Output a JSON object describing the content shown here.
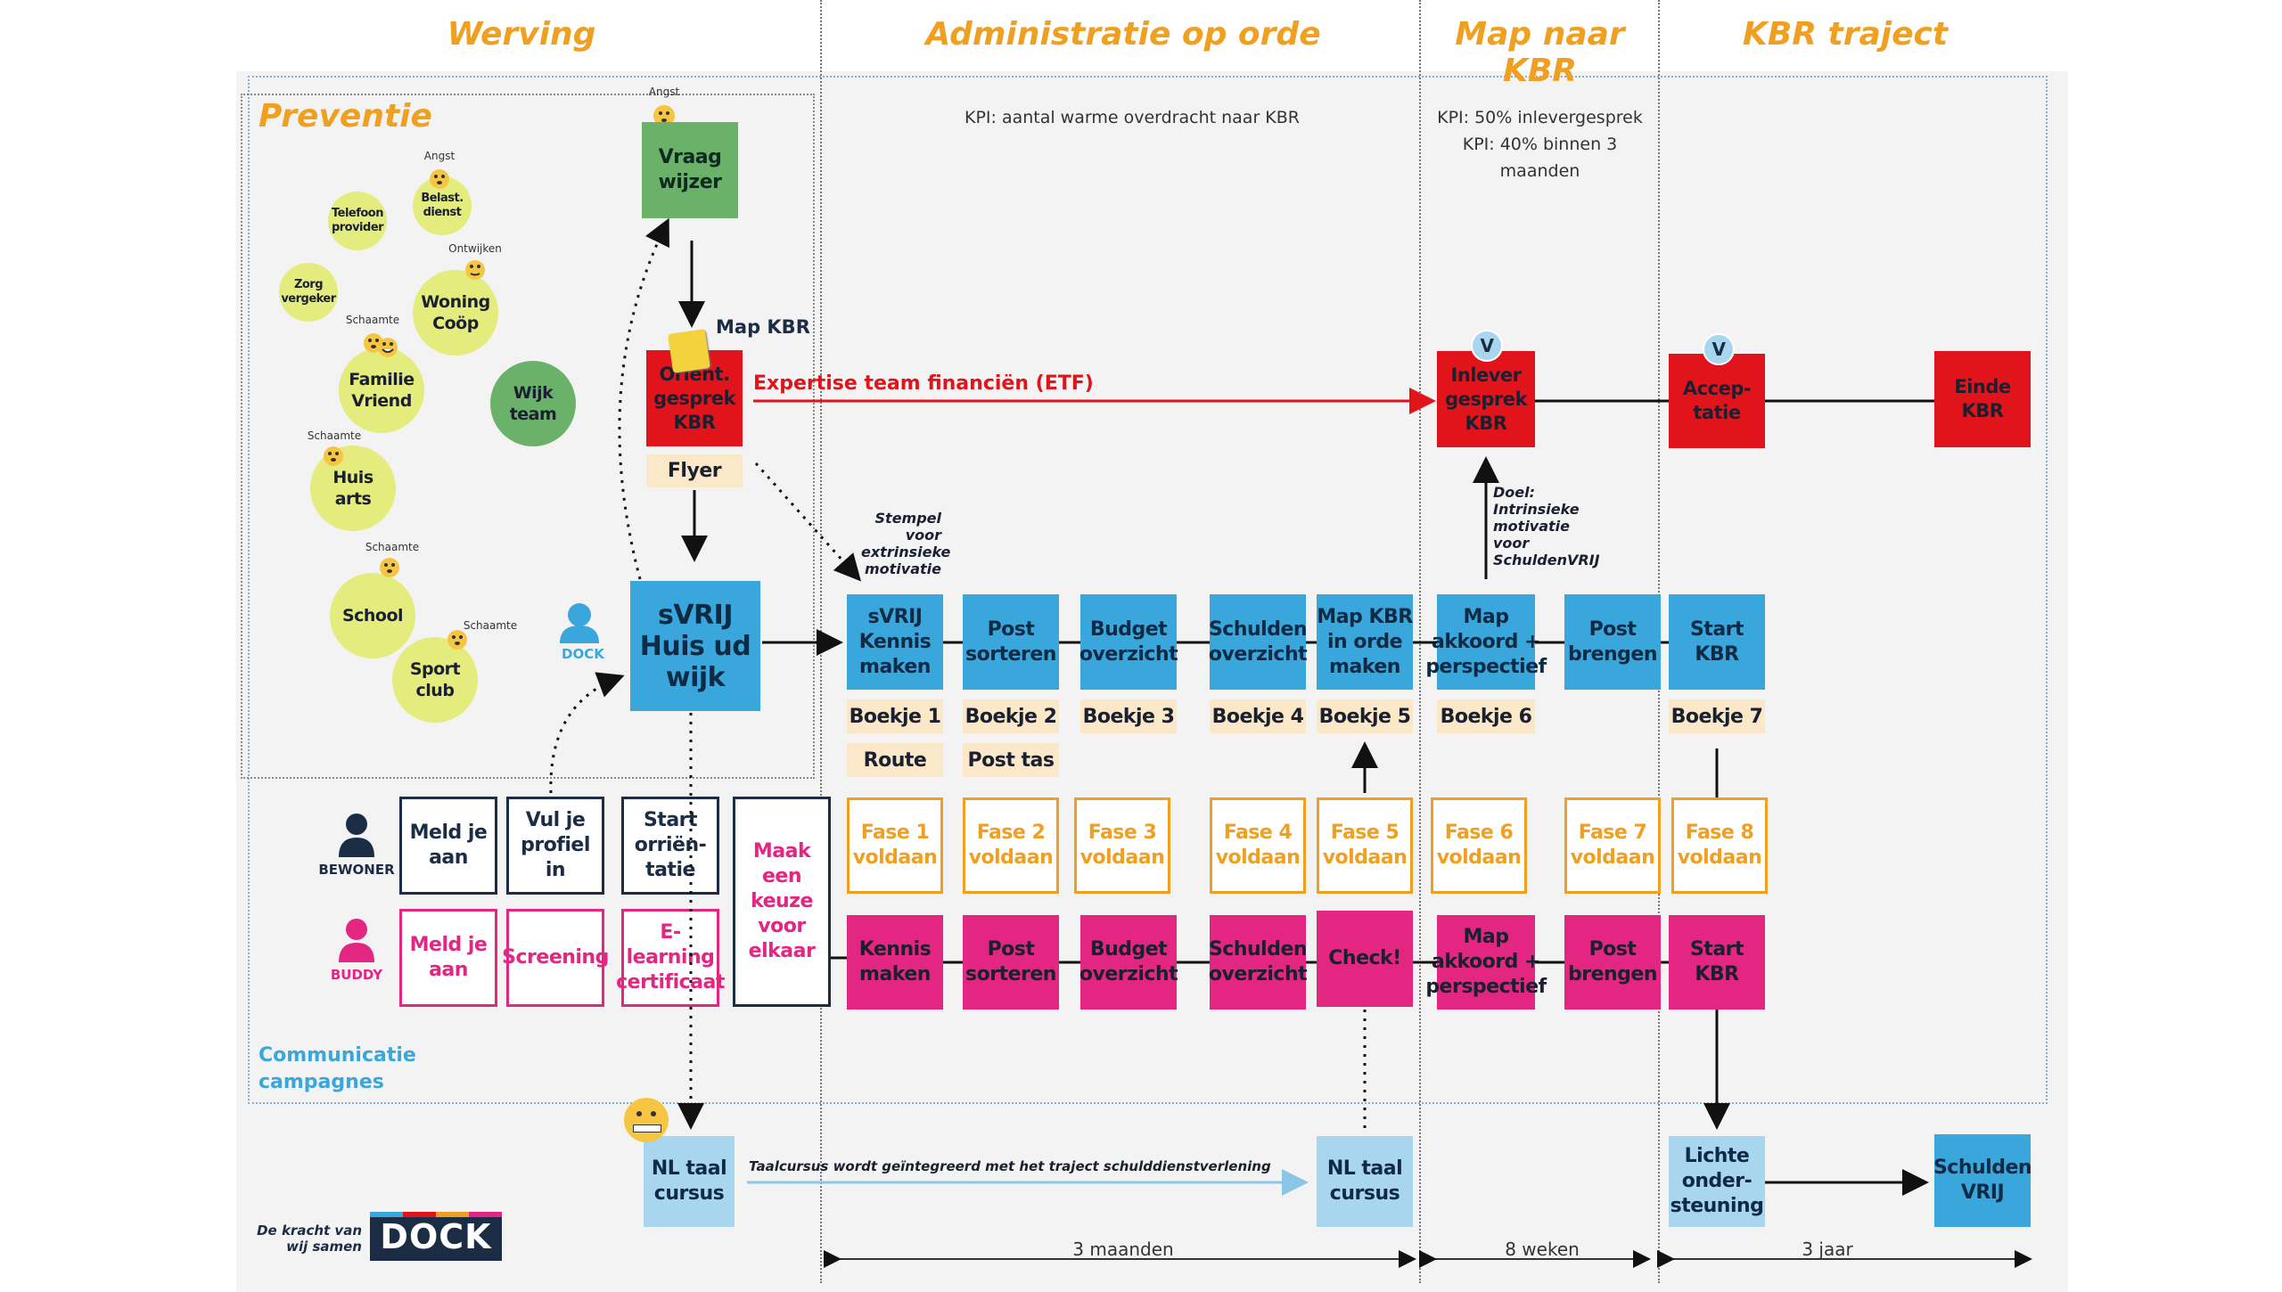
{
  "phases": {
    "werving": "Werving",
    "administratie": "Administratie op orde",
    "map": "Map naar KBR",
    "kbr": "KBR traject"
  },
  "kpis": {
    "administratie": "KPI: aantal warme overdracht naar KBR",
    "map_line1": "KPI: 50% inlevergesprek",
    "map_line2": "KPI: 40% binnen 3 maanden"
  },
  "preventie": {
    "title": "Preventie",
    "circles": {
      "telefoon": "Telefoon\nprovider",
      "belast": "Belast.\ndienst",
      "zorg": "Zorg\nvergeker",
      "woning": "Woning\nCoöp",
      "familie": "Familie\nVriend",
      "wijkteam": "Wijk\nteam",
      "huisarts": "Huis\narts",
      "school": "School",
      "sport": "Sport\nclub"
    },
    "emotions": {
      "angst_vraag": "Angst",
      "angst_belast": "Angst",
      "ontwijken": "Ontwijken",
      "schaamte_familie": "Schaamte",
      "schaamte_huisarts": "Schaamte",
      "schaamte_school": "Schaamte",
      "schaamte_sport": "Schaamte"
    }
  },
  "top_flow": {
    "vraagwijzer": "Vraag\nwijzer",
    "map_kbr": "Map KBR",
    "orient": "Orient.\ngesprek\nKBR",
    "flyer": "Flyer",
    "etf": "Expertise team financiën (ETF)",
    "stempel": "Stempel\nvoor\nextrinsieke\nmotivatie",
    "inlever": "Inlever\ngesprek\nKBR",
    "acceptatie": "Accep-\ntatie",
    "einde": "Einde\nKBR",
    "doel": "Doel:\nIntrinsieke\nmotivatie\nvoor\nSchuldenVRIJ",
    "check_mark": "V"
  },
  "dock_label": "DOCK",
  "hub": "sVRIJ\nHuis ud\nwijk",
  "steps": [
    {
      "label": "sVRIJ\nKennis\nmaken",
      "boekje": "Boekje 1",
      "extra": "Route",
      "fase": "Fase 1\nvoldaan",
      "buddy": "Kennis\nmaken"
    },
    {
      "label": "Post\nsorteren",
      "boekje": "Boekje 2",
      "extra": "Post tas",
      "fase": "Fase 2\nvoldaan",
      "buddy": "Post\nsorteren"
    },
    {
      "label": "Budget\noverzicht",
      "boekje": "Boekje 3",
      "fase": "Fase 3\nvoldaan",
      "buddy": "Budget\noverzicht"
    },
    {
      "label": "Schulden\noverzicht",
      "boekje": "Boekje 4",
      "fase": "Fase 4\nvoldaan",
      "buddy": "Schulden\noverzicht"
    },
    {
      "label": "Map KBR\nin orde\nmaken",
      "boekje": "Boekje 5",
      "fase": "Fase 5\nvoldaan",
      "buddy": "Check!"
    },
    {
      "label": "Map\nakkoord +\nperspectief",
      "boekje": "Boekje 6",
      "fase": "Fase 6\nvoldaan",
      "buddy": "Map\nakkoord +\nperspectief"
    },
    {
      "label": "Post\nbrengen",
      "fase": "Fase 7\nvoldaan",
      "buddy": "Post\nbrengen"
    },
    {
      "label": "Start\nKBR",
      "boekje": "Boekje 7",
      "fase": "Fase 8\nvoldaan",
      "buddy": "Start\nKBR"
    }
  ],
  "bewoner": {
    "label": "BEWONER",
    "meld": "Meld je\naan",
    "profiel": "Vul je\nprofiel in",
    "start": "Start\norriën-\ntatie"
  },
  "buddy": {
    "label": "BUDDY",
    "meld": "Meld je\naan",
    "screening": "Screening",
    "elearning": "E-learning\ncertificaat"
  },
  "keuze": "Maak een\nkeuze\nvoor\nelkaar",
  "communicatie": "Communicatie\ncampagnes",
  "bottom": {
    "nl1": "NL taal\ncursus",
    "taal_note": "Taalcursus wordt geïntegreerd met het traject schulddienstverlening",
    "nl2": "NL taal\ncursus",
    "lichte": "Lichte\nonder-\nsteuning",
    "vrij": "Schulden\nVRIJ"
  },
  "durations": {
    "d1": "3 maanden",
    "d2": "8 weken",
    "d3": "3 jaar"
  },
  "logo": {
    "tagline": "De kracht van\nwij samen",
    "name": "DOCK"
  },
  "colors": {
    "accent_orange": "#f0a020",
    "blue": "#3aa7dc",
    "red": "#e1141b",
    "pink": "#e32682",
    "navy": "#1b2d45"
  }
}
